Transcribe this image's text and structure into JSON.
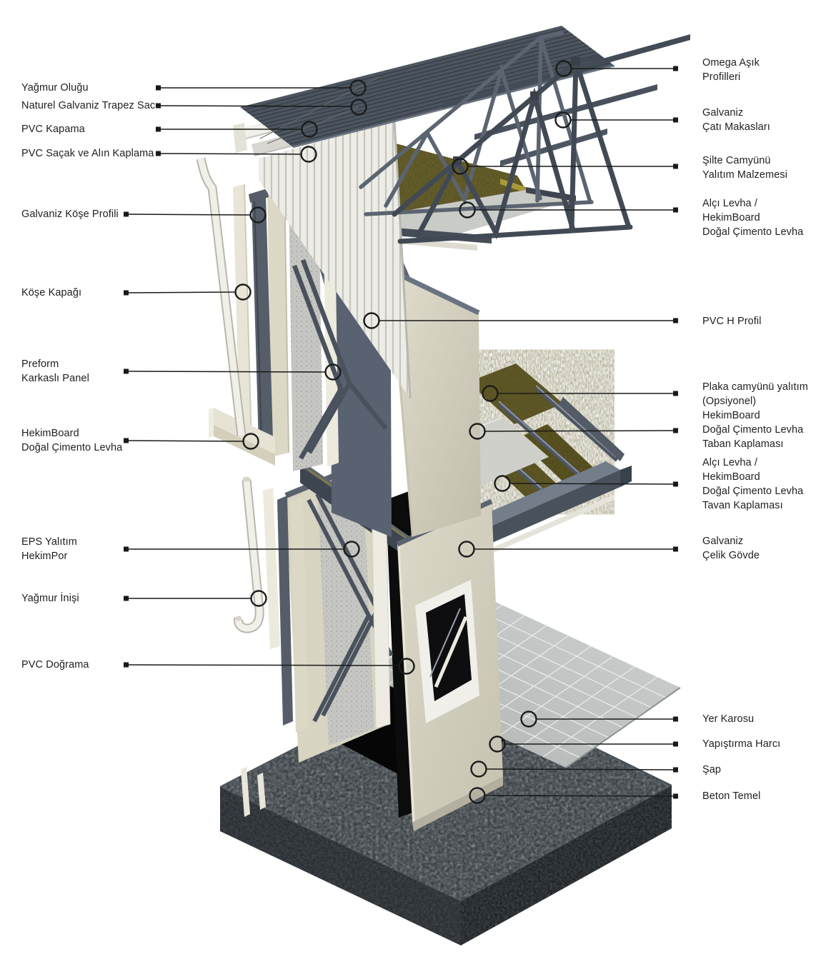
{
  "labels": {
    "left": [
      {
        "id": "yagmur-olugu",
        "text": "Yağmur Oluğu"
      },
      {
        "id": "naturel-galvaniz-trapez-sac",
        "text": "Naturel Galvaniz Trapez Sac"
      },
      {
        "id": "pvc-kapama",
        "text": "PVC Kapama"
      },
      {
        "id": "pvc-sacak-ve-alin-kaplama",
        "text": "PVC Saçak ve Alın Kaplama"
      },
      {
        "id": "galvaniz-kose-profili",
        "text": "Galvaniz Köşe Profili"
      },
      {
        "id": "kose-kapagi",
        "text": "Köşe Kapağı"
      },
      {
        "id": "preform-karkasli-panel",
        "text": "Preform\nKarkaslı Panel"
      },
      {
        "id": "hekimboard-dogal-cimento-levha",
        "text": "HekimBoard\nDoğal Çimento Levha"
      },
      {
        "id": "eps-yalitim-hekimpor",
        "text": "EPS Yalıtım\nHekimPor"
      },
      {
        "id": "yagmur-inisi",
        "text": "Yağmur İnişi"
      },
      {
        "id": "pvc-dograma",
        "text": "PVC Doğrama"
      }
    ],
    "right": [
      {
        "id": "omega-asik-profilleri",
        "text": "Omega Aşık\nProfilleri"
      },
      {
        "id": "galvaniz-cati-makaslari",
        "text": "Galvaniz\nÇatı Makasları"
      },
      {
        "id": "silte-camyunu-yalitim",
        "text": "Şilte Camyünü\nYalıtım Malzemesi"
      },
      {
        "id": "alci-levha-hekimboard",
        "text": "Alçı Levha /\nHekimBoard\nDoğal Çimento Levha"
      },
      {
        "id": "pvc-h-profil",
        "text": "PVC H Profil"
      },
      {
        "id": "plaka-camyunu-yalitim",
        "text": "Plaka camyünü yalıtım\n(Opsiyonel)"
      },
      {
        "id": "taban-kaplamasi",
        "text": "HekimBoard\nDoğal Çimento Levha\nTaban Kaplaması"
      },
      {
        "id": "tavan-kaplamasi",
        "text": "Alçı Levha /\nHekimBoard\nDoğal Çimento Levha\nTavan Kaplaması"
      },
      {
        "id": "galvaniz-celik-govde",
        "text": "Galvaniz\nÇelik Gövde"
      },
      {
        "id": "yer-karosu",
        "text": "Yer Karosu"
      },
      {
        "id": "yapistirma-harci",
        "text": "Yapıştırma Harcı"
      },
      {
        "id": "sap",
        "text": "Şap"
      },
      {
        "id": "beton-temel",
        "text": "Beton Temel"
      }
    ]
  },
  "palette": {
    "background": "#ffffff",
    "label_text": "#1f1f1f",
    "leader_line": "#1a1a1a",
    "steel_dark": "#3f4750",
    "steel_mid": "#57606c",
    "steel_light": "#78828e",
    "roof_sheet": "#4d5660",
    "cream_panel": "#d9d5c2",
    "pvc_white": "#efeee7",
    "eps_gray": "#c6c6c2",
    "glasswool_olive": "#57511f",
    "ceiling_deck": "#c9cbc6",
    "floor_tile": "#c6cac8",
    "adhesive_black": "#0a0a0b",
    "foundation_concrete": "#393e42"
  }
}
